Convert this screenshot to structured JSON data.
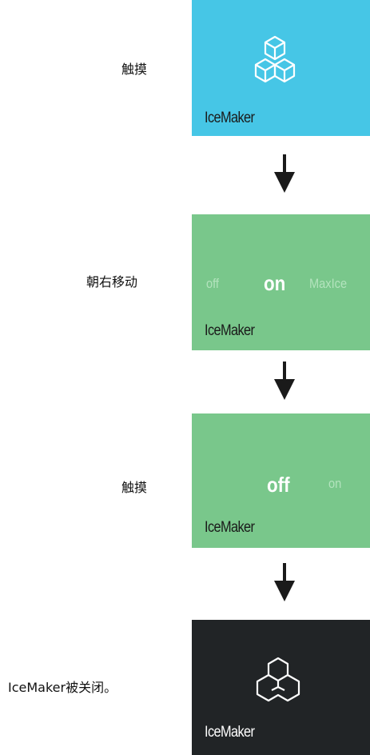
{
  "steps": [
    {
      "instruction": "触摸",
      "tile": {
        "title": "IceMaker",
        "background": "#46c6e6",
        "icon": "ice-cubes-icon"
      }
    },
    {
      "instruction": "朝右移动",
      "tile": {
        "title": "IceMaker",
        "background": "#79c78b",
        "options": [
          "off",
          "on",
          "MaxIce"
        ],
        "active_option": "on"
      }
    },
    {
      "instruction": "触摸",
      "tile": {
        "title": "IceMaker",
        "background": "#79c78b",
        "options": [
          "off",
          "on"
        ],
        "active_option": "off"
      }
    },
    {
      "instruction": "IceMaker被关闭。",
      "tile": {
        "title": "IceMaker",
        "background": "#212426",
        "icon": "ice-cubes-outline-icon"
      }
    }
  ],
  "arrow_icon": "arrow-down-icon"
}
